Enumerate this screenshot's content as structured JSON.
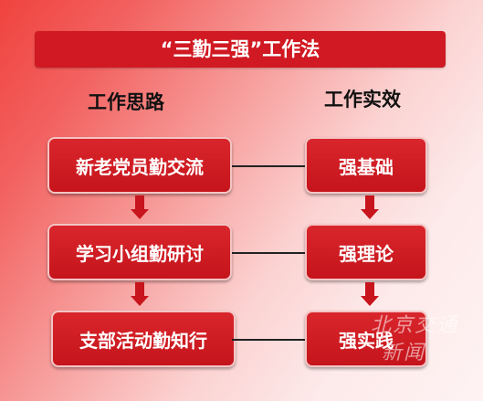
{
  "title": "“三勤三强”工作法",
  "columns": {
    "left_header": "工作思路",
    "right_header": "工作实效"
  },
  "left_boxes": [
    "新老党员勤交流",
    "学习小组勤研讨",
    "支部活动勤知行"
  ],
  "right_boxes": [
    "强基础",
    "强理论",
    "强实践"
  ],
  "watermark": {
    "line1": "北京交通",
    "line2": "新闻"
  },
  "colors": {
    "box_red": "#c5141b",
    "title_red": "#d01922",
    "arrow_red": "#c8141c",
    "connector": "#222222"
  }
}
